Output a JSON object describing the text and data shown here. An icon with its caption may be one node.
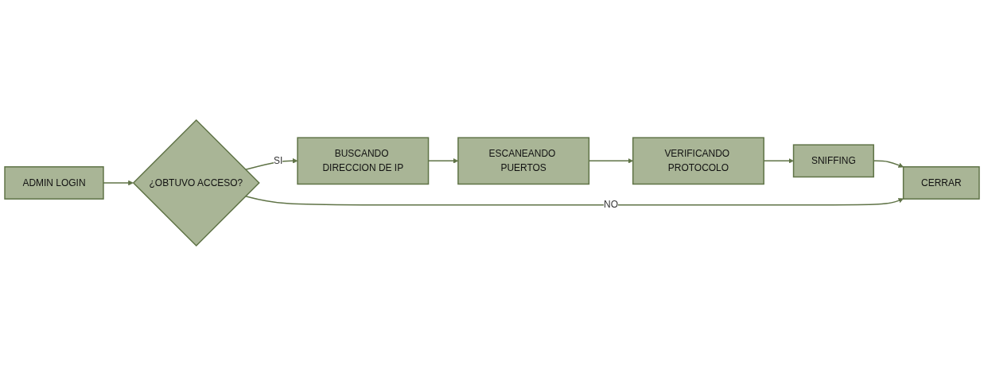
{
  "diagram": {
    "nodes": [
      {
        "text": [
          "ADMIN LOGIN"
        ]
      },
      {
        "text": [
          "¿OBTUVO ACCESO?"
        ]
      },
      {
        "text": [
          "BUSCANDO DIRECCION DE IP"
        ]
      },
      {
        "text": [
          "ESCANEANDO PUERTOS"
        ]
      },
      {
        "text": [
          "VERIFICANDO PROTOCOLO"
        ]
      },
      {
        "text": [
          "SNIFFING"
        ]
      },
      {
        "text": [
          "CERRAR"
        ]
      }
    ],
    "edges": [
      {
        "from": 0,
        "to": 1,
        "arrow": "to"
      },
      {
        "from": 1,
        "to": 2,
        "arrow": "to",
        "label": "SI"
      },
      {
        "from": 2,
        "to": 3,
        "arrow": "to"
      },
      {
        "from": 3,
        "to": 4,
        "arrow": "to"
      },
      {
        "from": 4,
        "to": 5,
        "arrow": "to"
      },
      {
        "from": 5,
        "to": 6,
        "arrow": "to"
      },
      {
        "from": 1,
        "to": 6,
        "arrow": "to",
        "label": "NO"
      }
    ]
  }
}
